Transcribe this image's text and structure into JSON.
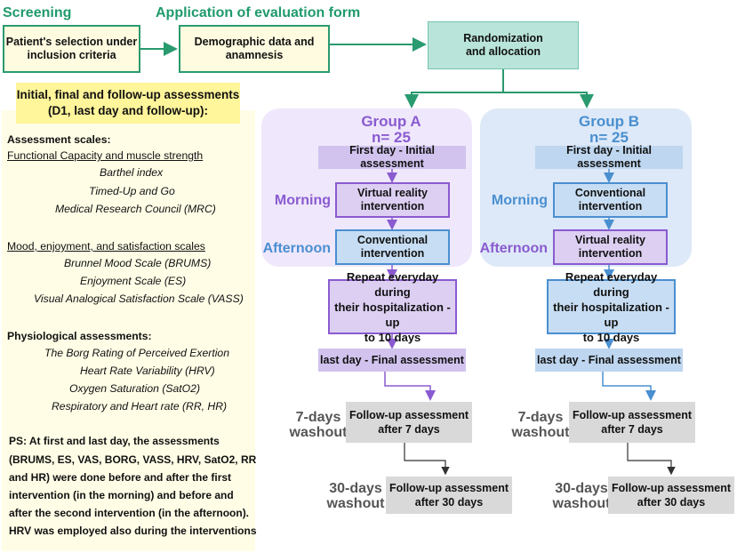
{
  "top": {
    "screening_label": "Screening",
    "application_label": "Application of evaluation form",
    "patient_selection": [
      "Patient's selection under",
      "inclusion criteria"
    ],
    "demographic": [
      "Demographic data and",
      "anamnesis"
    ],
    "randomization": [
      "Randomization",
      "and allocation"
    ]
  },
  "left": {
    "header": [
      "Initial, final and follow-up assessments",
      "(D1, last day and follow-up):"
    ],
    "assessment_scales": "Assessment scales:",
    "functional_title": "Functional Capacity and muscle strength",
    "functional_items": [
      "Barthel index",
      "Timed-Up and Go",
      "Medical Research Council (MRC)"
    ],
    "mood_title": "Mood, enjoyment, and satisfaction scales",
    "mood_items": [
      "Brunnel Mood Scale (BRUMS)",
      "Enjoyment Scale (ES)",
      "Visual Analogical Satisfaction Scale (VASS)"
    ],
    "physio_title": "Physiological assessments:",
    "physio_items": [
      "The Borg Rating of Perceived Exertion",
      "Heart Rate Variability (HRV)",
      "Oxygen Saturation (SatO2)",
      "Respiratory and Heart rate (RR, HR)"
    ],
    "ps_lines": [
      "PS: At first and last day, the assessments",
      "(BRUMS, ES, VAS, BORG, VASS, HRV, SatO2, RR",
      "and HR) were done before and after the first",
      "intervention (in the morning) and before and",
      "after the second intervention (in the afternoon).",
      "HRV was employed also during the interventions"
    ]
  },
  "group_a": {
    "title": "Group A",
    "n": "n= 25",
    "first_day": "First day - Initial assessment",
    "morning": "Morning",
    "morning_intervention": [
      "Virtual reality",
      "intervention"
    ],
    "afternoon": "Afternoon",
    "afternoon_intervention": [
      "Conventional",
      "intervention"
    ],
    "repeat": [
      "Repeat everyday during",
      "their hospitalization - up",
      "to 10 days"
    ],
    "last_day": "last day - Final assessment",
    "washout7": [
      "7-days",
      "washout"
    ],
    "followup7": [
      "Follow-up assessment",
      "after 7 days"
    ],
    "washout30": [
      "30-days",
      "washout"
    ],
    "followup30": [
      "Follow-up assessment",
      "after 30 days"
    ]
  },
  "group_b": {
    "title": "Group B",
    "n": "n= 25",
    "first_day": "First day - Initial assessment",
    "morning": "Morning",
    "morning_intervention": [
      "Conventional",
      "intervention"
    ],
    "afternoon": "Afternoon",
    "afternoon_intervention": [
      "Virtual reality",
      "intervention"
    ],
    "repeat": [
      "Repeat everyday during",
      "their hospitalization - up",
      "to 10 days"
    ],
    "last_day": "last day - Final assessment",
    "washout7": [
      "7-days",
      "washout"
    ],
    "followup7": [
      "Follow-up assessment",
      "after 7 days"
    ],
    "washout30": [
      "30-days",
      "washout"
    ],
    "followup30": [
      "Follow-up assessment",
      "after 30 days"
    ]
  },
  "colors": {
    "green": "#1f9a6b",
    "purple": "#8a5bd0",
    "blue": "#4a8fd0",
    "teal": "#b9e4d9",
    "yellow": "#fff59a"
  }
}
